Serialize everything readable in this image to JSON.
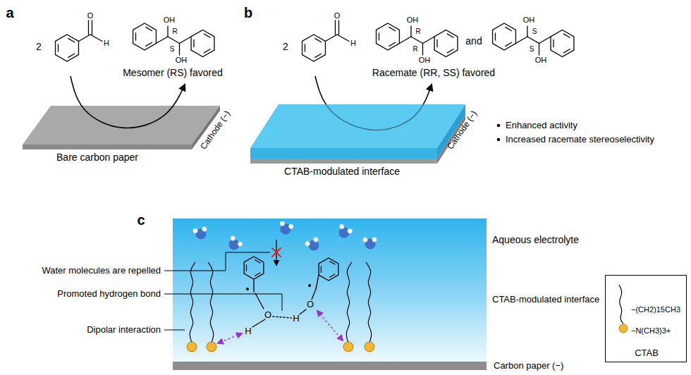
{
  "diagram": {
    "nodes": [
      {
        "text": [
          "Bare carbon paper",
          "Cathode (−)"
        ]
      },
      {
        "text": [
          "CTAB-modulated interface",
          "Cathode (−)"
        ]
      },
      {
        "text": [
          "Aqueous electrolyte",
          "CTAB-modulated interface"
        ]
      },
      {
        "text": [
          "Carbon paper (−)"
        ]
      },
      {
        "text": [
          "CTAB",
          "−(CH2)15CH3",
          "−N(CH3)3+"
        ]
      }
    ],
    "labels": [
      "a",
      "2",
      "O",
      "H",
      "OH",
      "R",
      "S",
      "OH",
      "Mesomer (RS) favored",
      "b",
      "2",
      "O",
      "H",
      "OH",
      "R",
      "R",
      "OH",
      "and",
      "OH",
      "S",
      "S",
      "OH",
      "Racemate (RR, SS) favored",
      "Enhanced activity",
      "Increased racemate stereoselectivity",
      "c",
      "Water molecules are repelled",
      "Promoted hydrogen bond",
      "Dipolar interaction",
      "H",
      "O",
      "H",
      "O"
    ]
  }
}
